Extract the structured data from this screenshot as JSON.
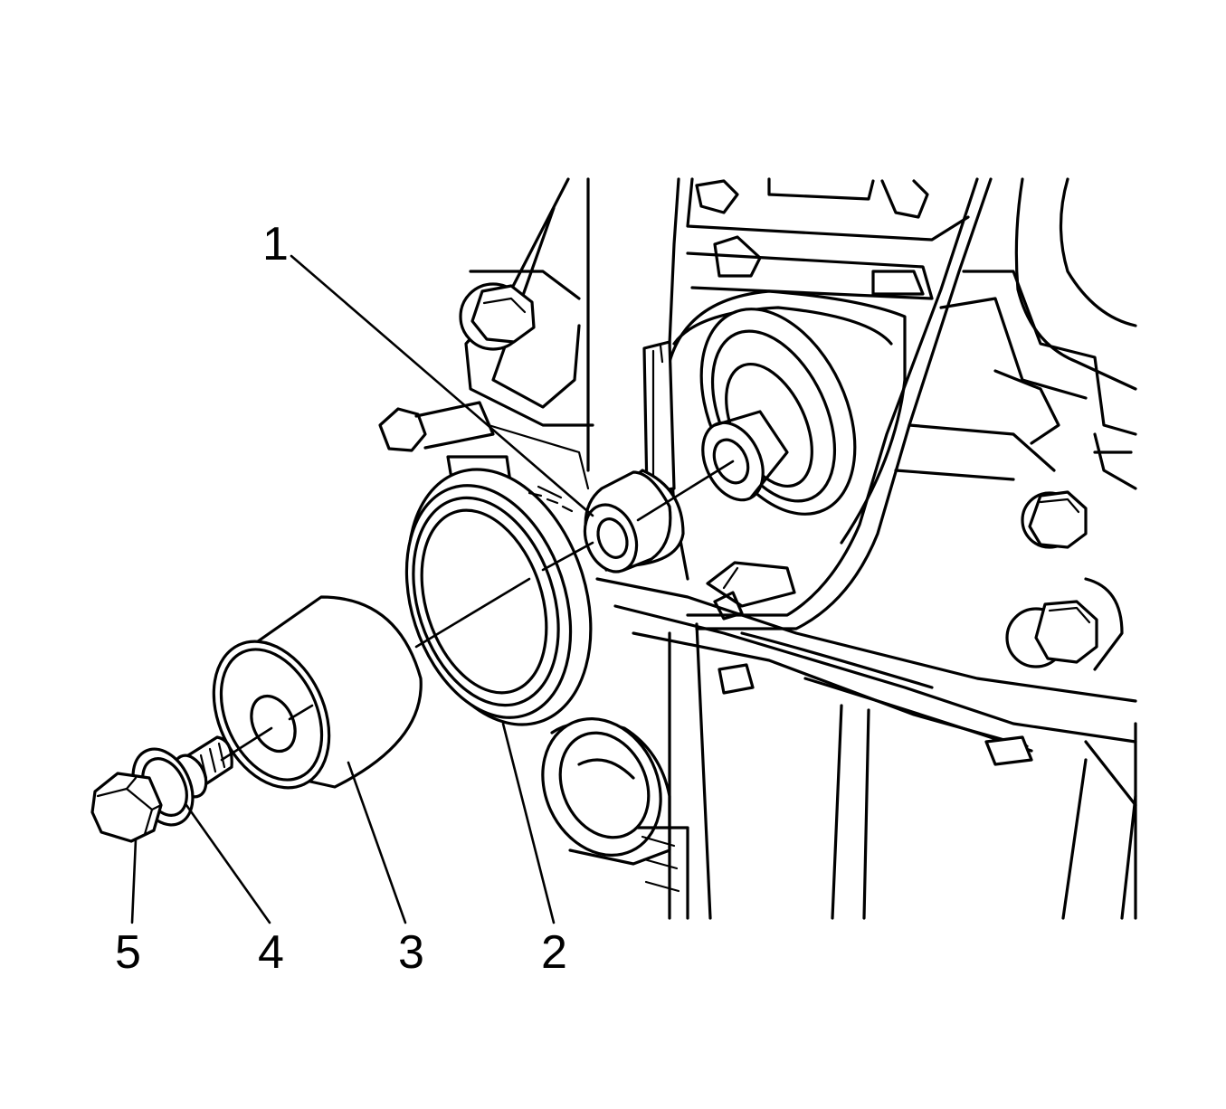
{
  "diagram": {
    "callouts": [
      {
        "id": "1",
        "label": "1",
        "part": "centering-cone"
      },
      {
        "id": "2",
        "label": "2",
        "part": "crankshaft-front-oil-seal"
      },
      {
        "id": "3",
        "label": "3",
        "part": "seal-installer-sleeve"
      },
      {
        "id": "4",
        "label": "4",
        "part": "washer"
      },
      {
        "id": "5",
        "label": "5",
        "part": "bolt"
      }
    ]
  }
}
